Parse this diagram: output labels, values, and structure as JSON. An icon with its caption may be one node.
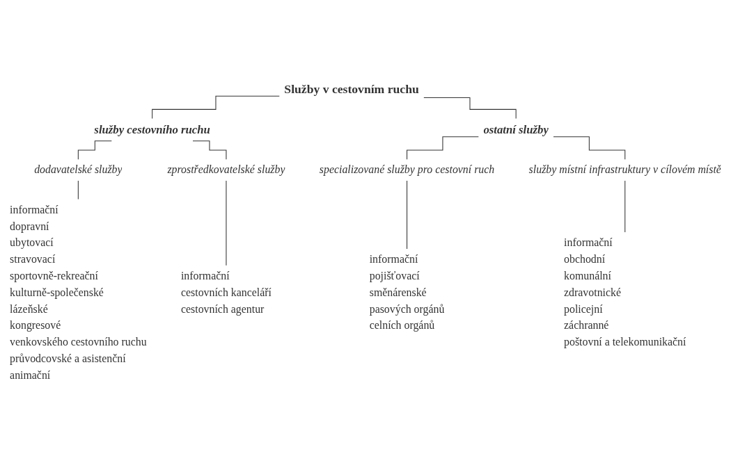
{
  "diagram": {
    "nodes": [
      {
        "text": [
          "Služby v cestovním ruchu"
        ]
      },
      {
        "text": [
          "služby cestovního ruchu"
        ]
      },
      {
        "text": [
          "ostatní služby"
        ]
      },
      {
        "text": [
          "dodavatelské služby"
        ]
      },
      {
        "text": [
          "zprostředkovatelské služby"
        ]
      },
      {
        "text": [
          "specializované služby pro cestovní ruch"
        ]
      },
      {
        "text": [
          "služby místní infrastruktury v cílovém místě"
        ]
      },
      {
        "text": [
          "informační",
          "dopravní",
          "ubytovací",
          "stravovací",
          "sportovně-rekreační",
          "kulturně-společenské",
          "lázeňské",
          "kongresové",
          "venkovského cestovního ruchu",
          "průvodcovské a asistenční",
          "animační"
        ]
      },
      {
        "text": [
          "informační",
          "cestovních kanceláří",
          "cestovních agentur"
        ]
      },
      {
        "text": [
          "informační",
          "pojišťovací",
          "směnárenské",
          "pasových orgánů",
          "celních orgánů"
        ]
      },
      {
        "text": [
          "informační",
          "obchodní",
          "komunální",
          "zdravotnické",
          "policejní",
          "záchranné",
          "poštovní a telekomunikační"
        ]
      }
    ],
    "edges": [
      {
        "from": 0,
        "to": 1,
        "arrow": "none"
      },
      {
        "from": 0,
        "to": 2,
        "arrow": "none"
      },
      {
        "from": 1,
        "to": 3,
        "arrow": "none"
      },
      {
        "from": 1,
        "to": 4,
        "arrow": "none"
      },
      {
        "from": 2,
        "to": 5,
        "arrow": "none"
      },
      {
        "from": 2,
        "to": 6,
        "arrow": "none"
      },
      {
        "from": 3,
        "to": 7,
        "arrow": "none"
      },
      {
        "from": 4,
        "to": 8,
        "arrow": "none"
      },
      {
        "from": 5,
        "to": 9,
        "arrow": "none"
      },
      {
        "from": 6,
        "to": 10,
        "arrow": "none"
      }
    ]
  }
}
